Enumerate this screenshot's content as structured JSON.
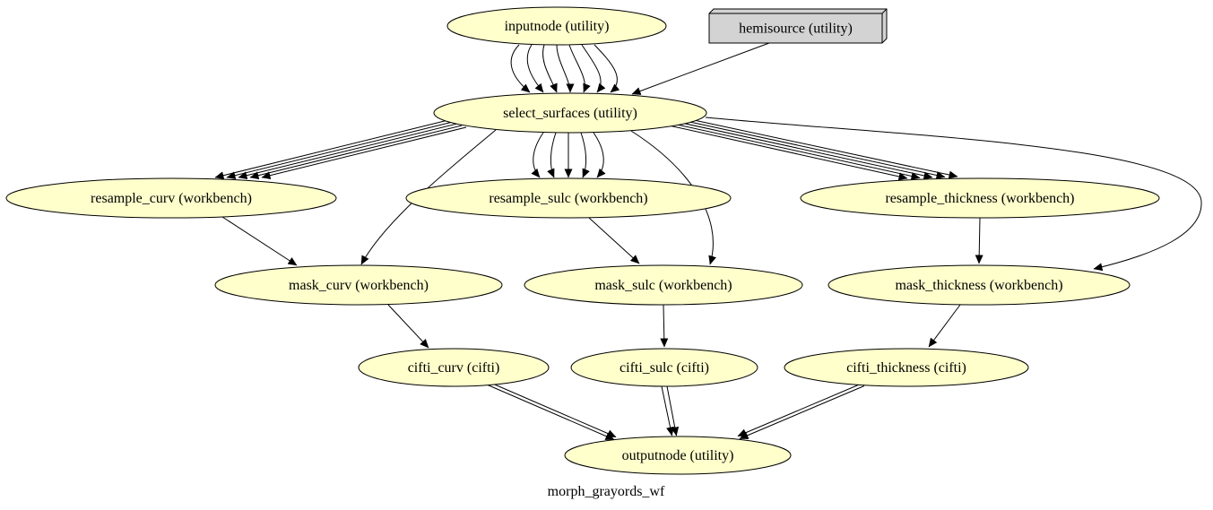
{
  "diagram": {
    "title": "morph_grayords_wf",
    "colors": {
      "background": "#ffffff",
      "node_fill": "#ffffcc",
      "box_fill": "#d3d3d3",
      "stroke": "#000000"
    },
    "nodes": [
      {
        "id": "inputnode",
        "label": "inputnode (utility)",
        "shape": "ellipse"
      },
      {
        "id": "hemisource",
        "label": "hemisource (utility)",
        "shape": "box3d"
      },
      {
        "id": "select_surfaces",
        "label": "select_surfaces (utility)",
        "shape": "ellipse"
      },
      {
        "id": "resample_curv",
        "label": "resample_curv (workbench)",
        "shape": "ellipse"
      },
      {
        "id": "resample_sulc",
        "label": "resample_sulc (workbench)",
        "shape": "ellipse"
      },
      {
        "id": "resample_thickness",
        "label": "resample_thickness (workbench)",
        "shape": "ellipse"
      },
      {
        "id": "mask_curv",
        "label": "mask_curv (workbench)",
        "shape": "ellipse"
      },
      {
        "id": "mask_sulc",
        "label": "mask_sulc (workbench)",
        "shape": "ellipse"
      },
      {
        "id": "mask_thickness",
        "label": "mask_thickness (workbench)",
        "shape": "ellipse"
      },
      {
        "id": "cifti_curv",
        "label": "cifti_curv (cifti)",
        "shape": "ellipse"
      },
      {
        "id": "cifti_sulc",
        "label": "cifti_sulc (cifti)",
        "shape": "ellipse"
      },
      {
        "id": "cifti_thickness",
        "label": "cifti_thickness (cifti)",
        "shape": "ellipse"
      },
      {
        "id": "outputnode",
        "label": "outputnode (utility)",
        "shape": "ellipse"
      }
    ],
    "edges": [
      {
        "from": "inputnode",
        "to": "select_surfaces",
        "count": 7
      },
      {
        "from": "hemisource",
        "to": "select_surfaces",
        "count": 1
      },
      {
        "from": "select_surfaces",
        "to": "resample_curv",
        "count": 5
      },
      {
        "from": "select_surfaces",
        "to": "resample_sulc",
        "count": 5
      },
      {
        "from": "select_surfaces",
        "to": "resample_thickness",
        "count": 5
      },
      {
        "from": "select_surfaces",
        "to": "mask_curv",
        "count": 1
      },
      {
        "from": "select_surfaces",
        "to": "mask_sulc",
        "count": 1
      },
      {
        "from": "select_surfaces",
        "to": "mask_thickness",
        "count": 1
      },
      {
        "from": "resample_curv",
        "to": "mask_curv",
        "count": 1
      },
      {
        "from": "resample_sulc",
        "to": "mask_sulc",
        "count": 1
      },
      {
        "from": "resample_thickness",
        "to": "mask_thickness",
        "count": 1
      },
      {
        "from": "mask_curv",
        "to": "cifti_curv",
        "count": 1
      },
      {
        "from": "mask_sulc",
        "to": "cifti_sulc",
        "count": 1
      },
      {
        "from": "mask_thickness",
        "to": "cifti_thickness",
        "count": 1
      },
      {
        "from": "cifti_curv",
        "to": "outputnode",
        "count": 2
      },
      {
        "from": "cifti_sulc",
        "to": "outputnode",
        "count": 2
      },
      {
        "from": "cifti_thickness",
        "to": "outputnode",
        "count": 2
      }
    ]
  }
}
